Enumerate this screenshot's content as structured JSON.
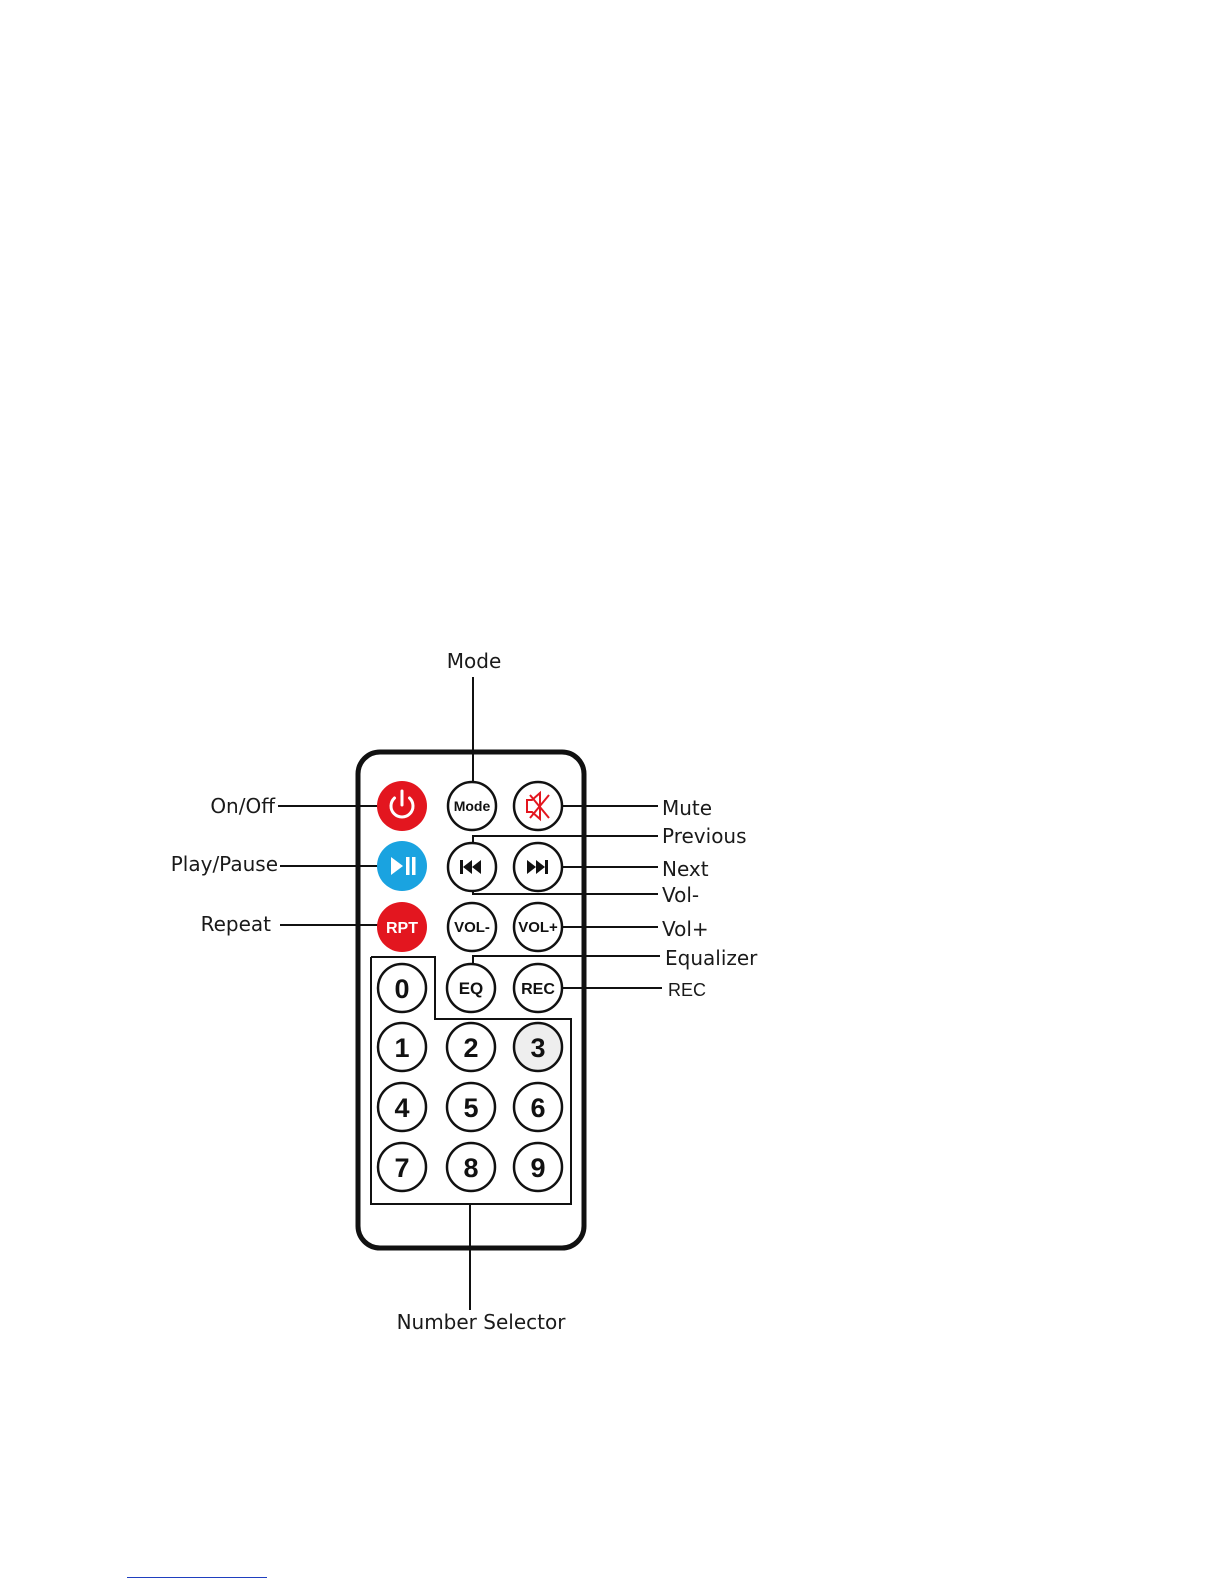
{
  "labels": {
    "mode": "Mode",
    "on_off": "On/Off",
    "play_pause": "Play/Pause",
    "repeat": "Repeat",
    "mute": "Mute",
    "previous": "Previous",
    "next": "Next",
    "vol_minus": "Vol-",
    "vol_plus": "Vol+",
    "equalizer": "Equalizer",
    "rec": "REC",
    "number_selector": "Number Selector"
  },
  "buttons": {
    "mode": "Mode",
    "rpt": "RPT",
    "vol_minus": "VOL-",
    "vol_plus": "VOL+",
    "eq": "EQ",
    "rec": "REC",
    "digits": [
      "0",
      "1",
      "2",
      "3",
      "4",
      "5",
      "6",
      "7",
      "8",
      "9"
    ]
  },
  "icons": {
    "power": "power-icon",
    "play_pause": "play-pause-icon",
    "mute": "mute-speaker-icon",
    "previous": "skip-previous-icon",
    "next": "skip-next-icon"
  },
  "colors": {
    "power_button": "#e3161f",
    "play_button": "#1aa3e0",
    "repeat_button": "#e3161f",
    "mute_icon": "#e3161f",
    "outline": "#111111"
  }
}
